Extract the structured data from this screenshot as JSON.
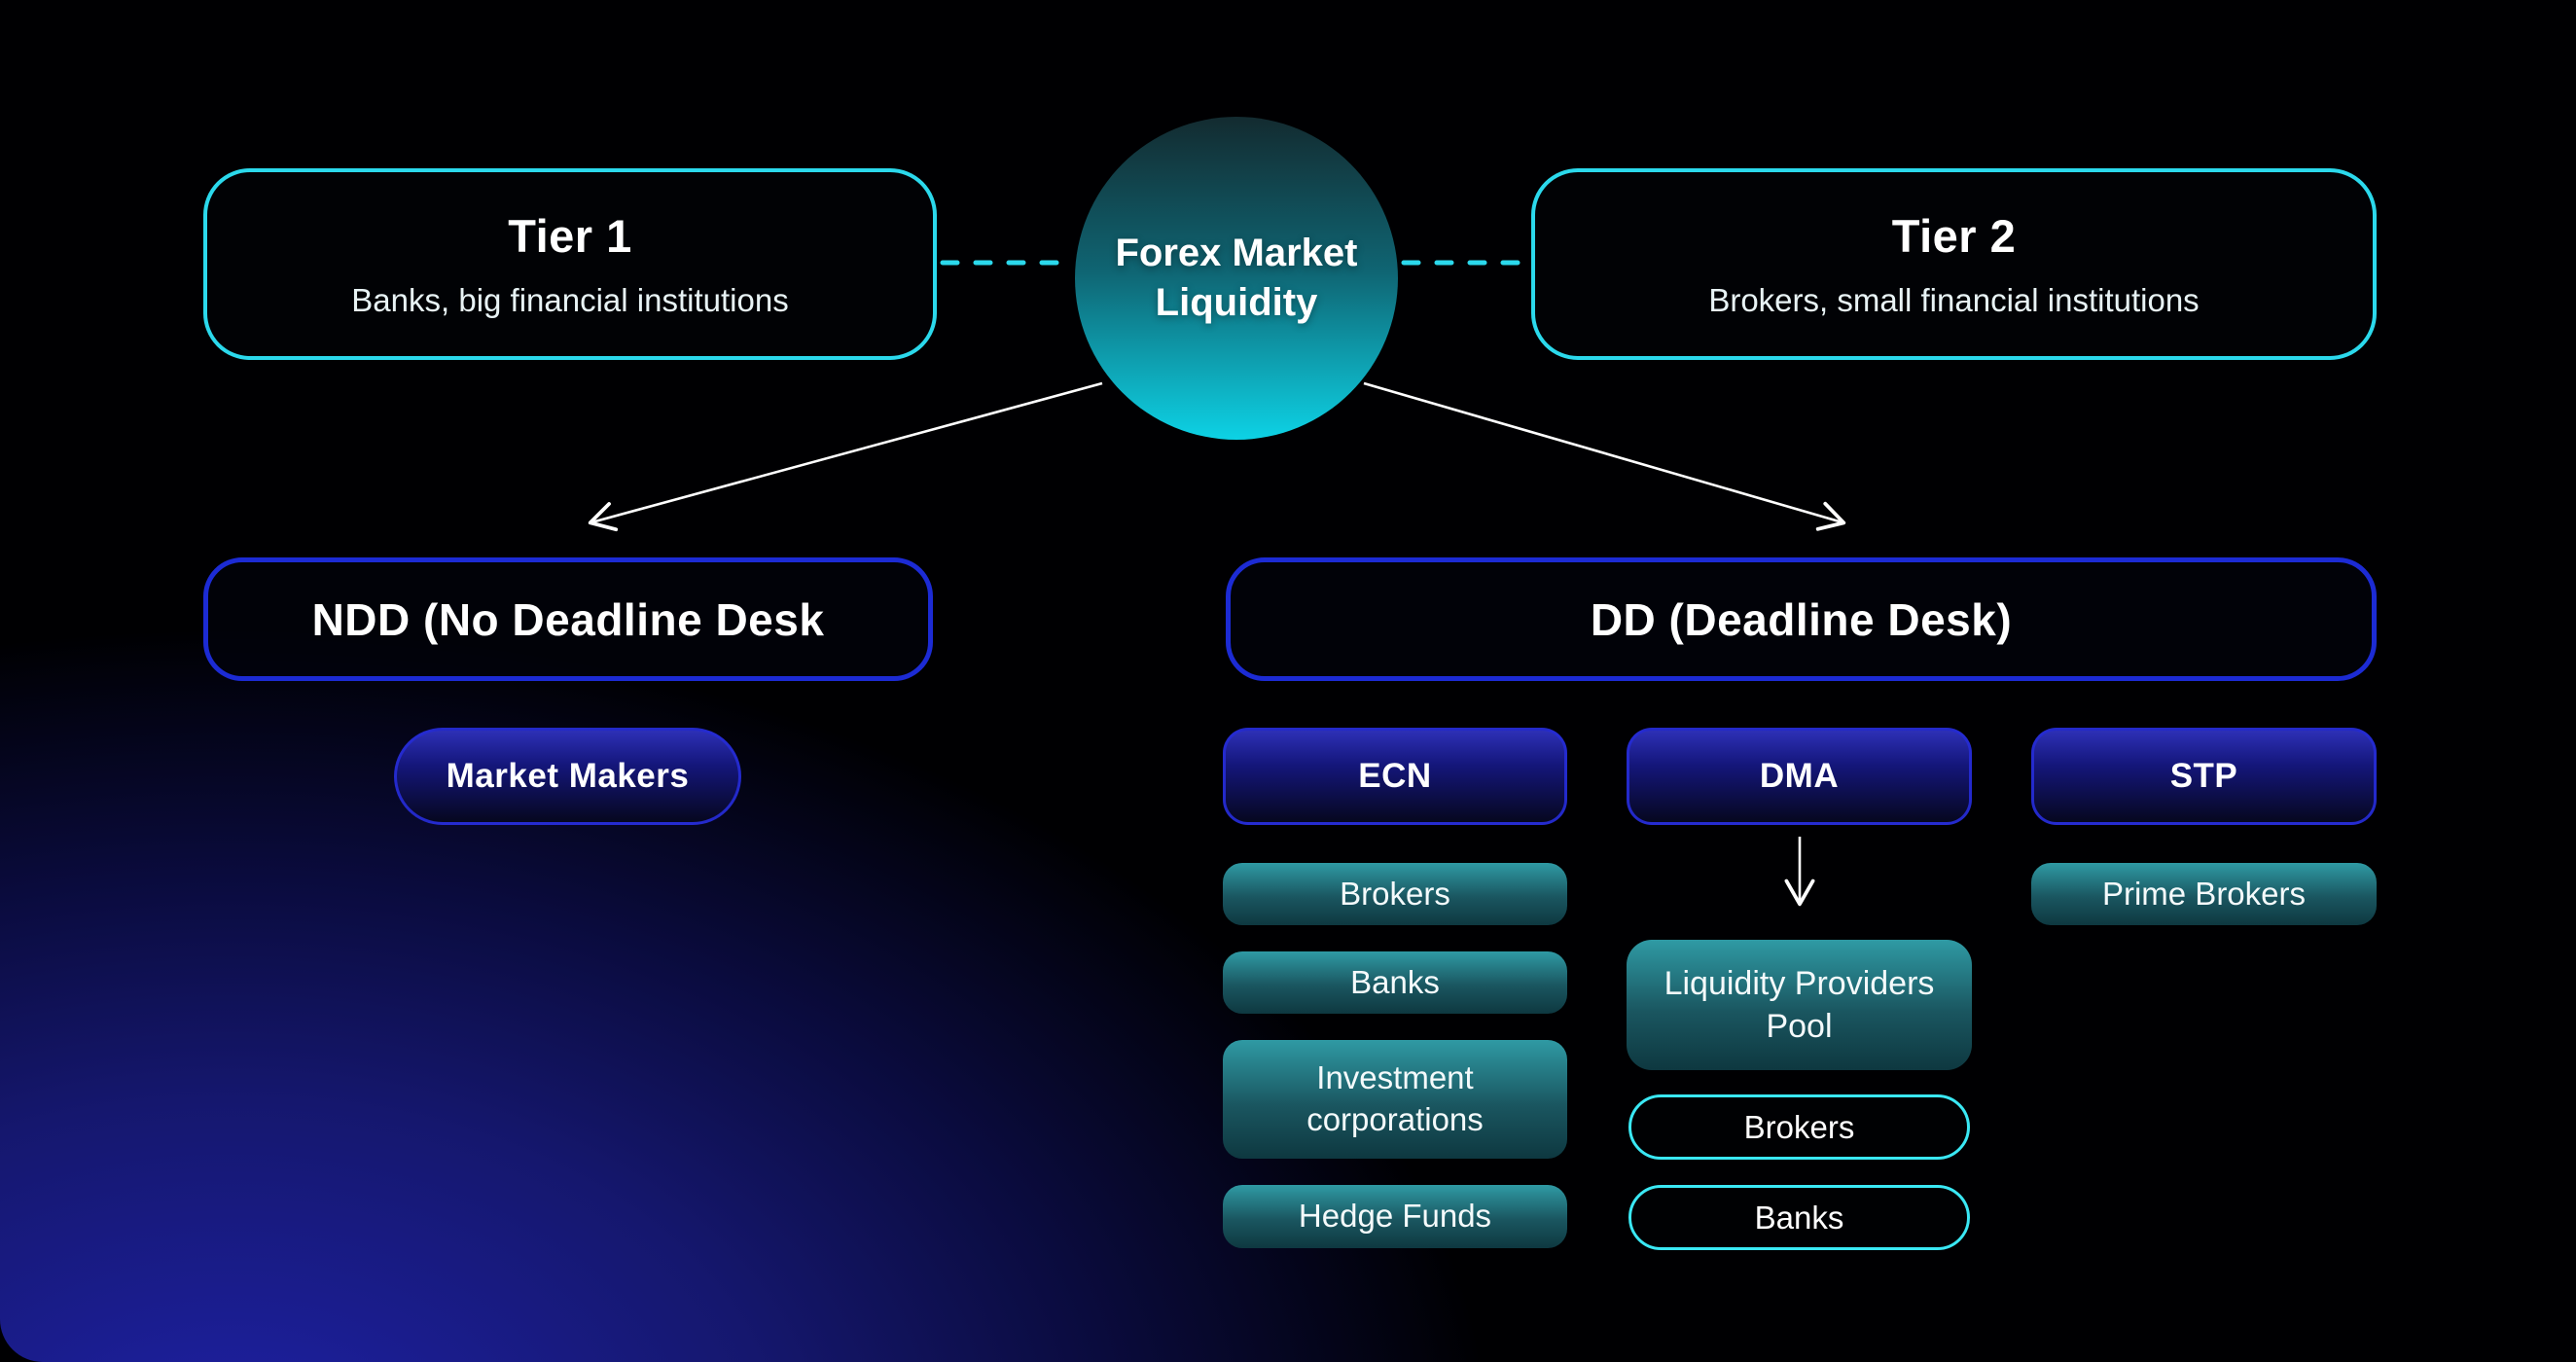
{
  "colors": {
    "accent-cyan": "#2bd9ec",
    "outline-cyan": "#3ae8f4",
    "blue-border": "#1c2bd4",
    "blue-pill-top": "#2d30b6",
    "blue-pill-bottom": "#06071f",
    "teal-top": "#2f9aa4",
    "teal-bottom": "#0e3840",
    "circle-top": "#132b30",
    "circle-bottom": "#0dd2e5",
    "glow-blue": "#1e21a6",
    "text": "#ffffff"
  },
  "center": {
    "title": "Forex Market Liquidity"
  },
  "tier1": {
    "title": "Tier 1",
    "subtitle": "Banks, big financial institutions"
  },
  "tier2": {
    "title": "Tier 2",
    "subtitle": "Brokers, small financial institutions"
  },
  "ndd": {
    "title": "NDD (No Deadline Desk",
    "items": [
      "Market Makers"
    ]
  },
  "dd": {
    "title": "DD (Deadline Desk)",
    "columns": [
      {
        "header": "ECN",
        "items": [
          "Brokers",
          "Banks",
          "Investment corporations",
          "Hedge Funds"
        ]
      },
      {
        "header": "DMA",
        "pool": "Liquidity Providers Pool",
        "outlined_items": [
          "Brokers",
          "Banks"
        ]
      },
      {
        "header": "STP",
        "items": [
          "Prime Brokers"
        ]
      }
    ]
  }
}
